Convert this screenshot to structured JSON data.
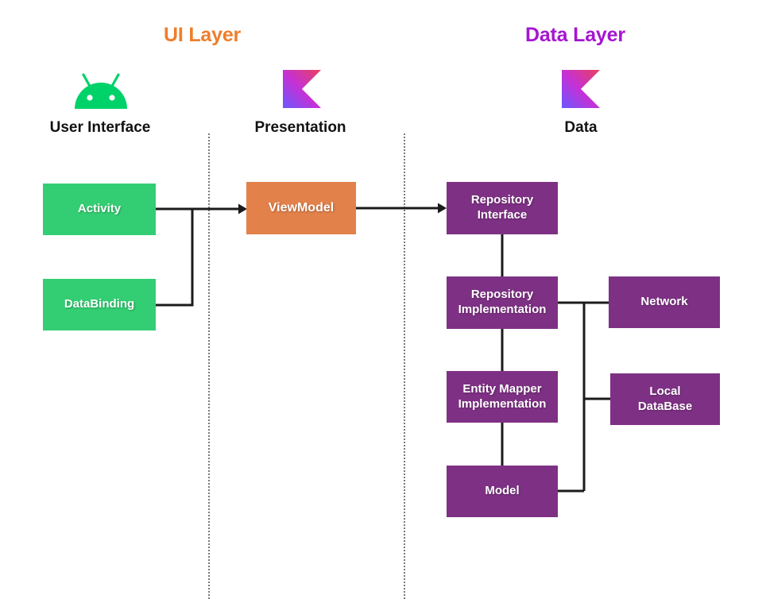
{
  "diagram": {
    "title_left": "UI Layer",
    "title_right": "Data Layer",
    "colors": {
      "ui_layer_title": "#EE7E2B",
      "data_layer_title": "#A515D0",
      "ui_box": "#33CE73",
      "presentation_box": "#E2814A",
      "data_box": "#7E3184",
      "connector": "#1b1b1b",
      "divider": "#7a7a7a",
      "background": "#FFFFFF"
    }
  },
  "columns": [
    {
      "heading": "User Interface",
      "icon": "android-logo"
    },
    {
      "heading": "Presentation",
      "icon": "kotlin-logo"
    },
    {
      "heading": "Data",
      "icon": "kotlin-logo"
    }
  ],
  "nodes": {
    "activity": "Activity",
    "databinding": "DataBinding",
    "viewmodel": "ViewModel",
    "repository_interface": "Repository\nInterface",
    "repository_implementation": "Repository\nImplementation",
    "entity_mapper_implementation": "Entity Mapper\nImplementation",
    "model": "Model",
    "network": "Network",
    "local_database": "Local\nDataBase"
  }
}
